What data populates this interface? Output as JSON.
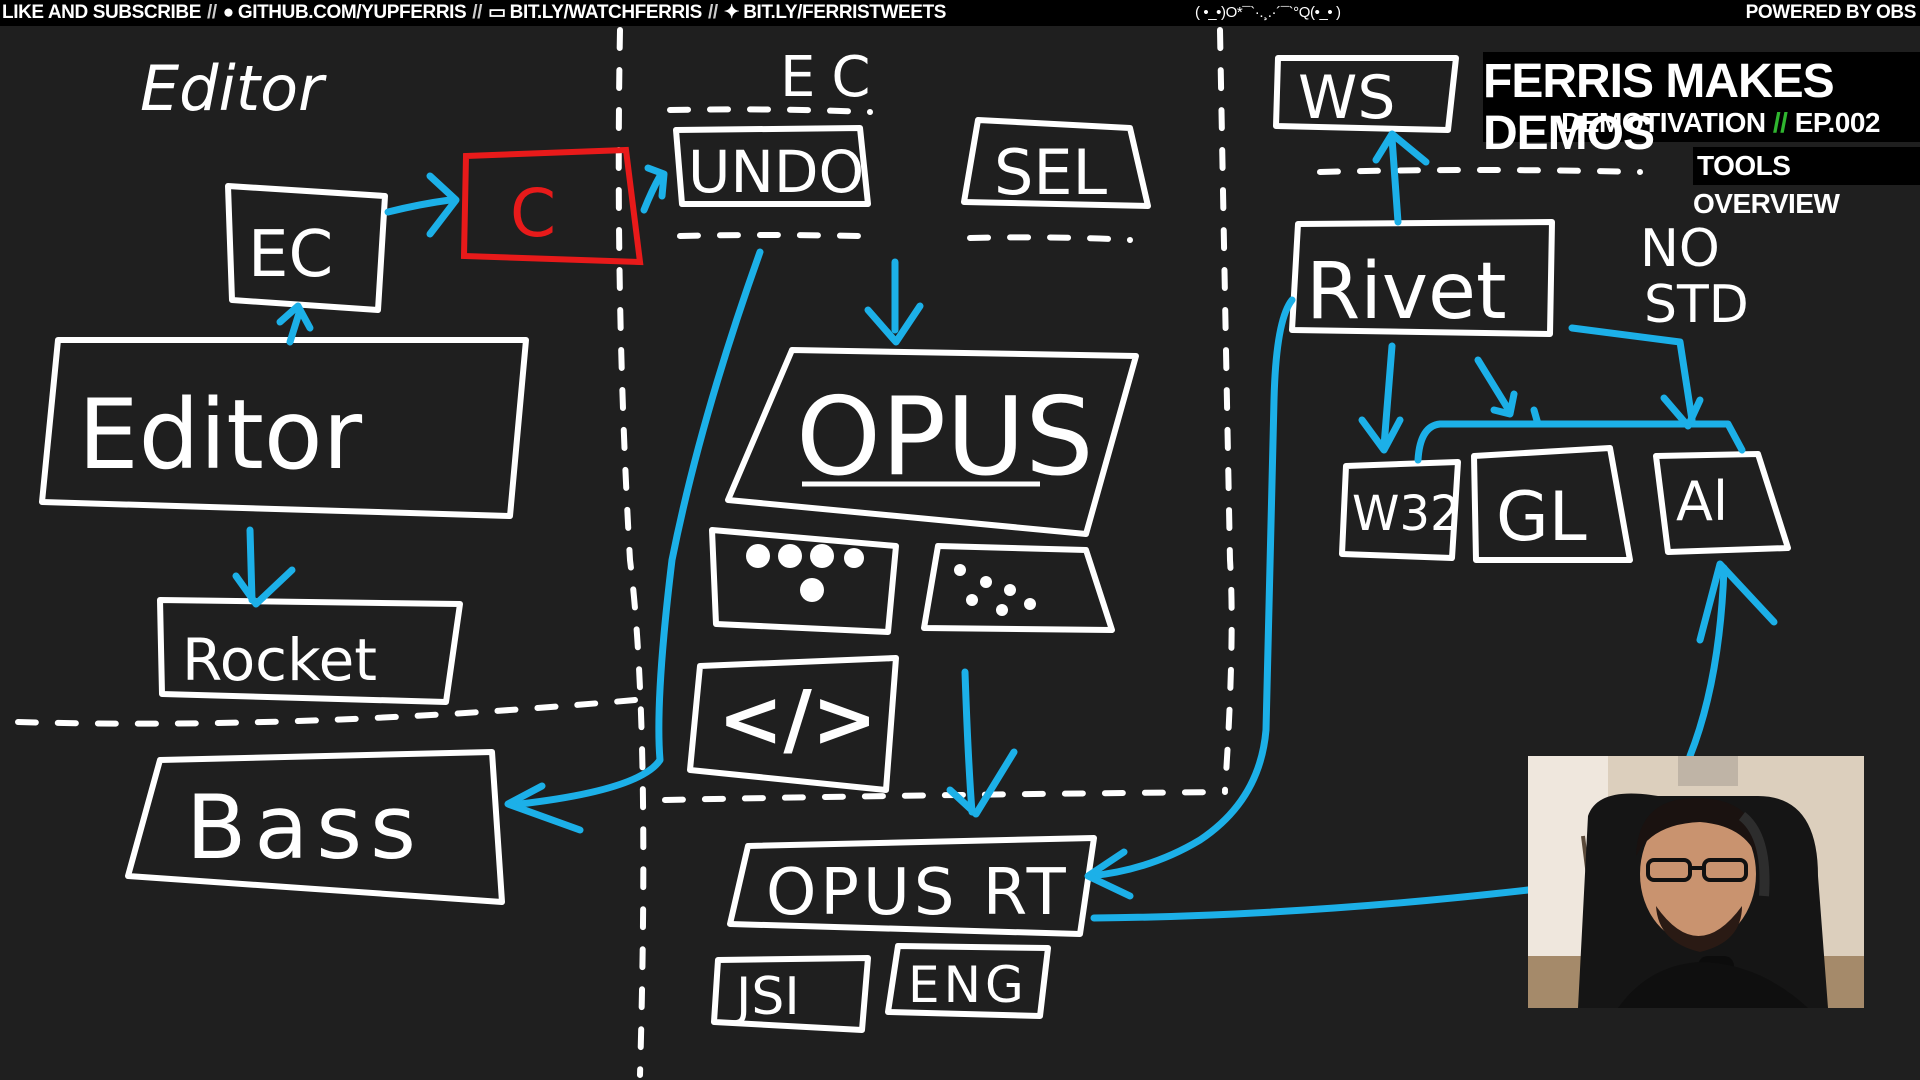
{
  "topbar": {
    "item1": "LIKE AND SUBSCRIBE",
    "sep": "//",
    "item2": "GITHUB.COM/YUPFERRIS",
    "item3": "BIT.LY/WATCHFERRIS",
    "item4": "BIT.LY/FERRISTWEETS",
    "emotes": "( •_•)O*¯`·.¸.·´¯`°Q(•_• )",
    "powered": "POWERED BY OBS",
    "icons": [
      "github-icon",
      "twitch-icon",
      "twitter-icon"
    ]
  },
  "title_card": {
    "title": "FERRIS MAKES DEMOS",
    "series": "DEMOTIVATION",
    "slash": "//",
    "episode": "EP.002",
    "subtitle": "TOOLS OVERVIEW"
  },
  "whiteboard": {
    "labels": {
      "editor_heading": "Editor",
      "ec_heading": "EC",
      "ec_box": "EC",
      "c_box": "C",
      "editor_box": "Editor",
      "rocket_box": "Rocket",
      "bass_box": "Bass",
      "undo_box": "UNDO",
      "sel_box": "SEL",
      "opus_box": "OPUS",
      "code_box": "</>",
      "opus_rt_box": "OPUS RT",
      "jsi_box": "JSI",
      "eng_box": "ENG",
      "ws_box": "WS",
      "rivet_box": "Rivet",
      "no_std": "NO",
      "no_std2": "STD",
      "w32_box": "W32",
      "gl_box": "GL",
      "al_box": "Al"
    },
    "colors": {
      "background": "#1f1f1f",
      "chalk": "#ffffff",
      "arrow": "#1cb0e8",
      "highlight": "#e81a1a"
    }
  }
}
